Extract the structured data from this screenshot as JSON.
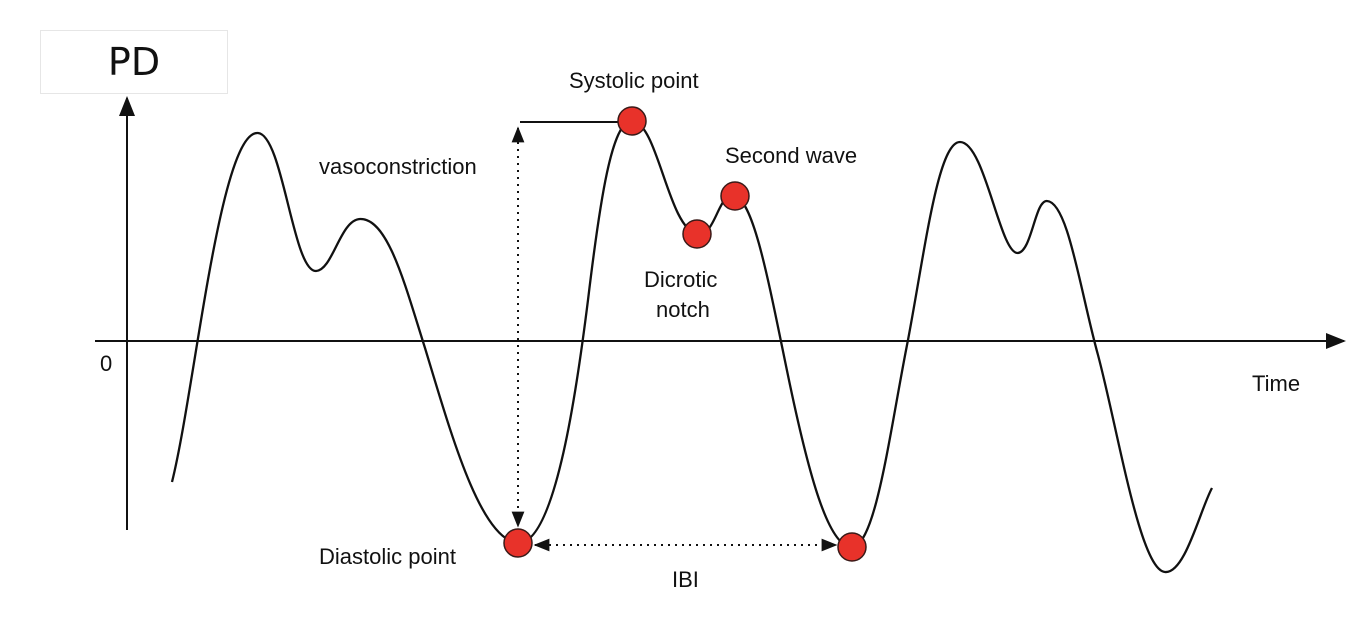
{
  "title": "PD",
  "axes": {
    "y_label": "PD",
    "x_label": "Time",
    "origin_label": "0"
  },
  "annotations": {
    "systolic_point": "Systolic point",
    "second_wave": "Second wave",
    "dicrotic_notch_line1": "Dicrotic",
    "dicrotic_notch_line2": "notch",
    "vasoconstriction": "vasoconstriction",
    "diastolic_point": "Diastolic point",
    "ibi": "IBI"
  },
  "colors": {
    "marker_fill": "#e8322a",
    "marker_stroke": "#3a1a18",
    "line": "#111111"
  }
}
